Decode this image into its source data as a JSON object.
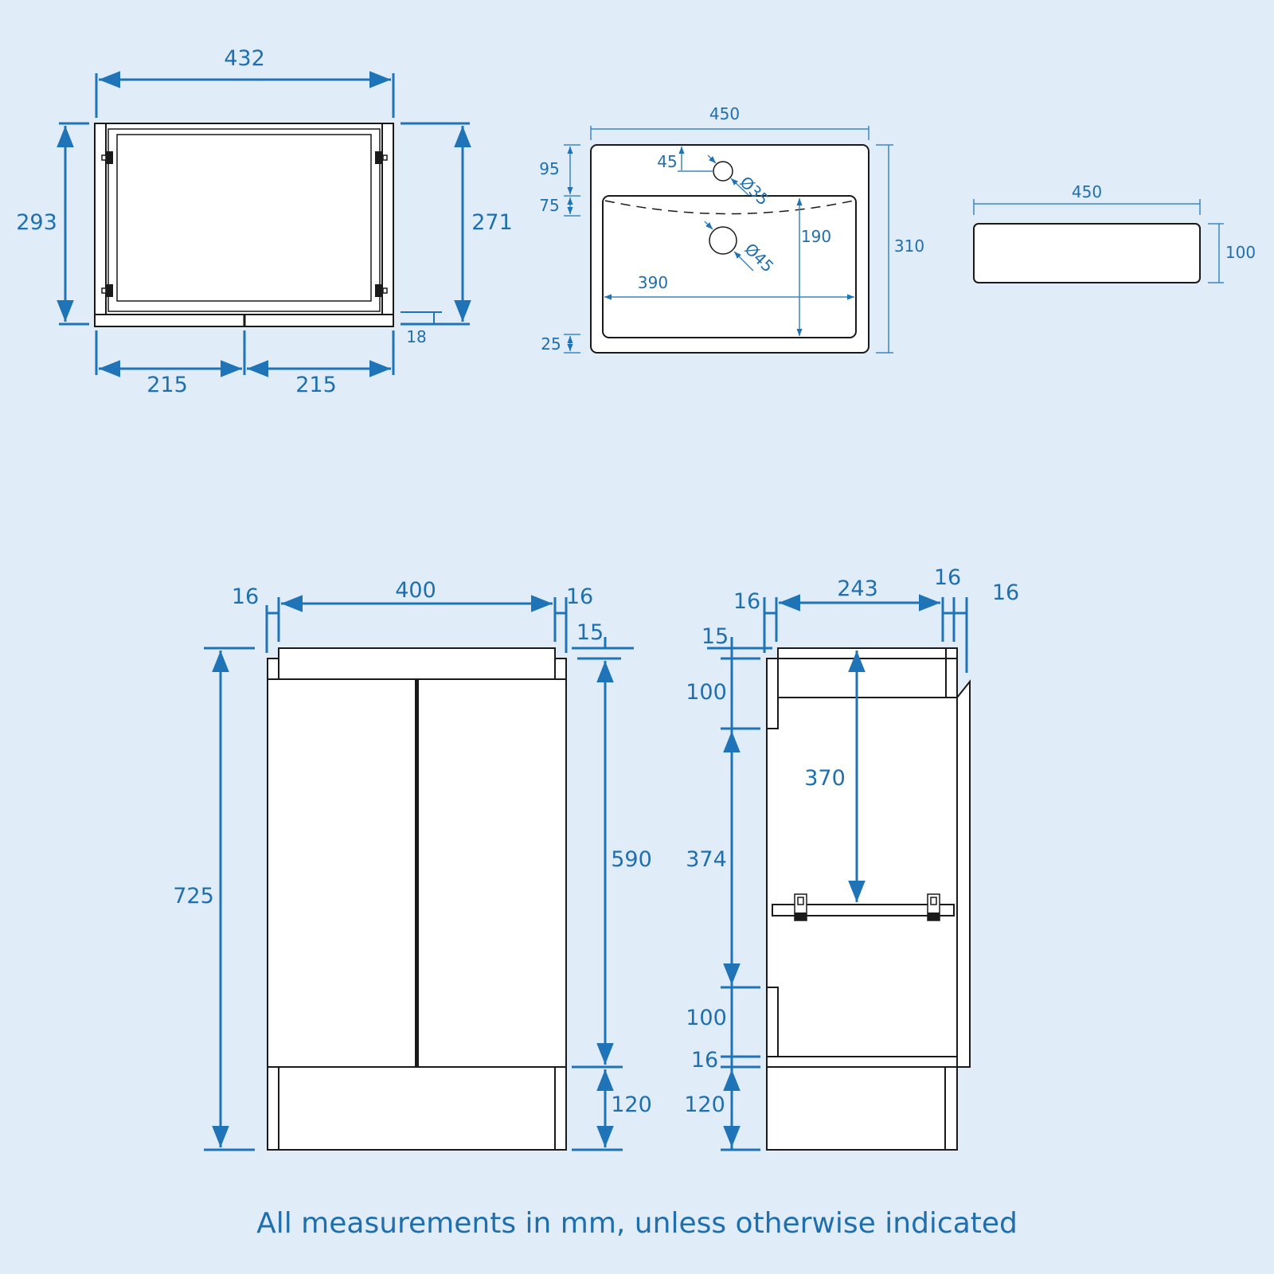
{
  "drawing": {
    "footer_note": "All measurements in mm, unless otherwise indicated",
    "colors": {
      "background": "#e0edf9",
      "dimension": "#1f73b7",
      "outline": "#1a1a1a",
      "fill": "#ffffff"
    },
    "top_view": {
      "width_overall": "432",
      "depth_left": "293",
      "depth_right": "271",
      "plinth": "18",
      "half_left": "215",
      "half_right": "215"
    },
    "basin_top": {
      "width": "450",
      "depth": "310",
      "tap_hole_offset_edge": "95",
      "bowl_offset": "75",
      "tap_hole_from_top": "45",
      "tap_hole_diameter": "Ø35",
      "waste_diameter": "Ø45",
      "bowl_depth": "190",
      "bowl_width": "390",
      "front_rim": "25"
    },
    "basin_side": {
      "width": "450",
      "height": "100"
    },
    "front_view": {
      "side_left": "16",
      "inner_width": "400",
      "side_right": "16",
      "top_offset": "15",
      "total_height": "725",
      "door_height": "590",
      "plinth_height": "120"
    },
    "side_view": {
      "back_panel": "16",
      "inner_depth": "243",
      "door_thickness": "16",
      "door_outer": "16",
      "top_offset": "15",
      "top_rail": "100",
      "shelf_height": "370",
      "mid_section": "374",
      "lower_rail": "100",
      "base_panel": "16",
      "plinth_height": "120"
    }
  }
}
